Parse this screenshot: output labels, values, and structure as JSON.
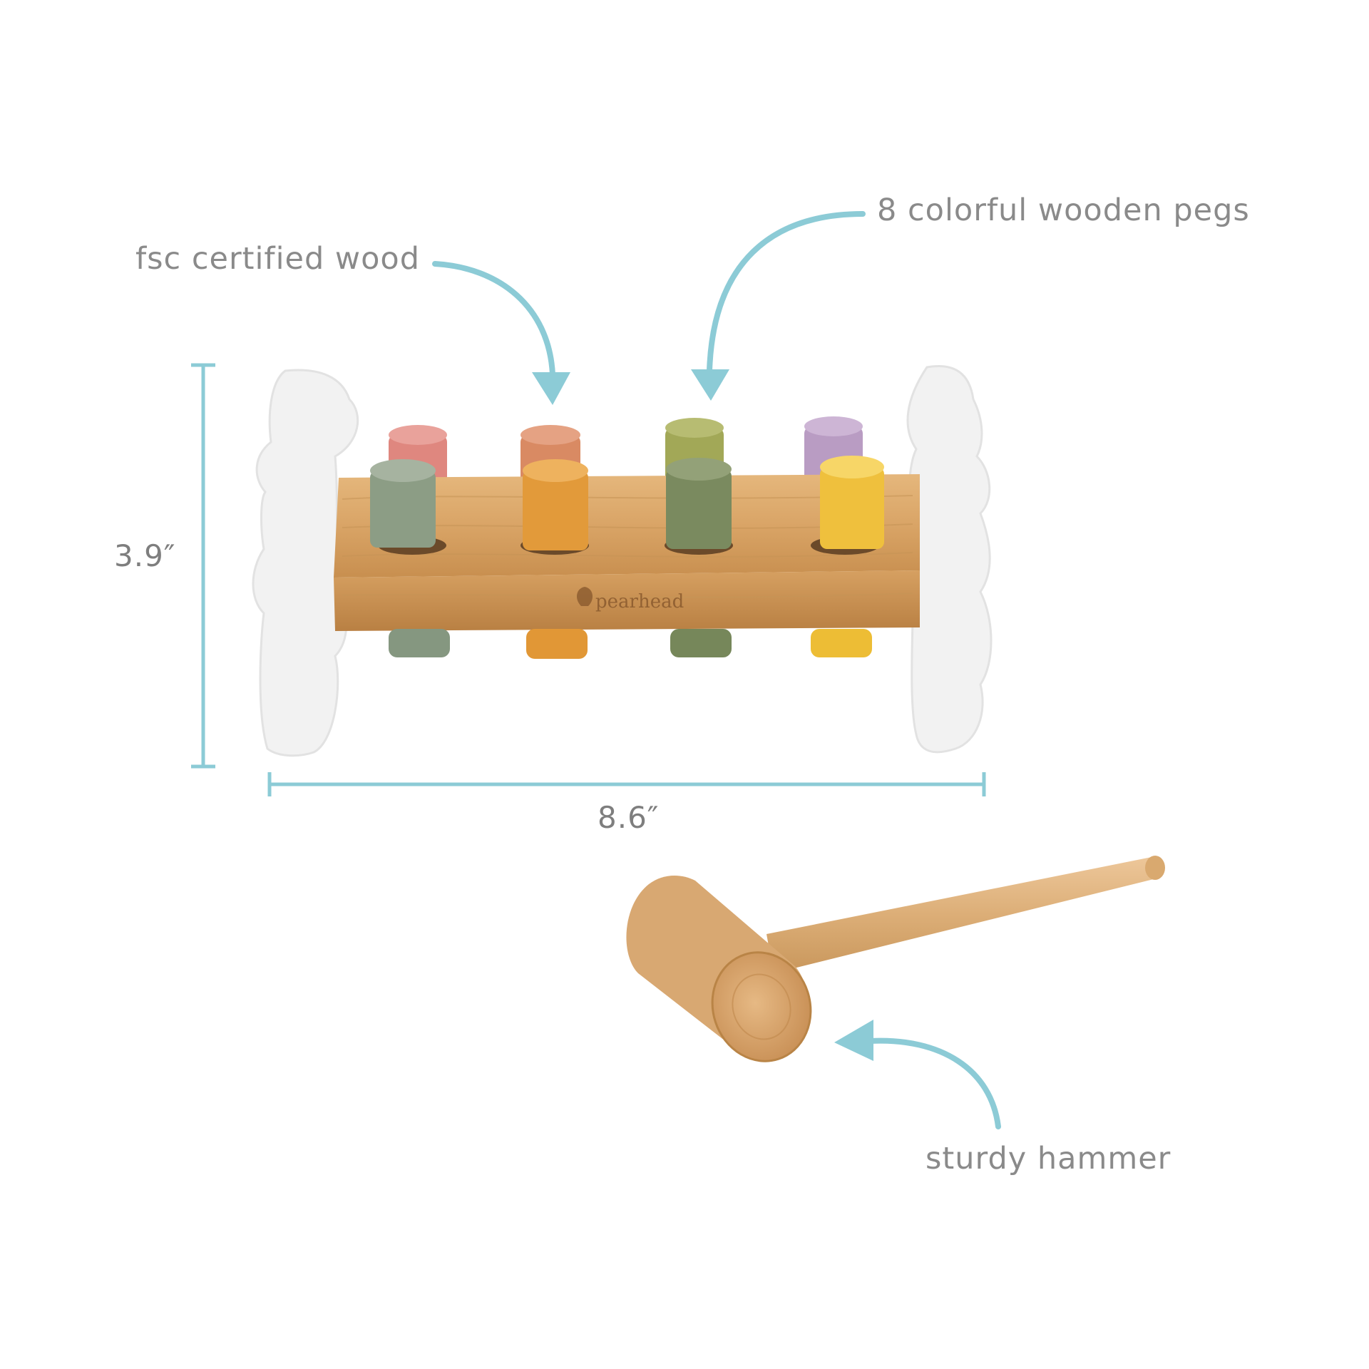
{
  "callouts": {
    "wood": "fsc certified wood",
    "pegs": "8 colorful wooden pegs",
    "hammer": "sturdy hammer"
  },
  "dimensions": {
    "height": "3.9″",
    "width": "8.6″"
  },
  "brand": {
    "logo_text": "pearhead"
  },
  "colors": {
    "accent": "#8ccbd6",
    "text": "#8a8a8a",
    "wood": "#dcab6c",
    "stand": "#f3f3f3",
    "pegs": [
      "#e0857e",
      "#d98c66",
      "#a3a956",
      "#b99cc2",
      "#8d9f86",
      "#e19a3b",
      "#79895e",
      "#eec13f"
    ]
  },
  "icons": [
    "arrow-icon",
    "dimension-line"
  ]
}
